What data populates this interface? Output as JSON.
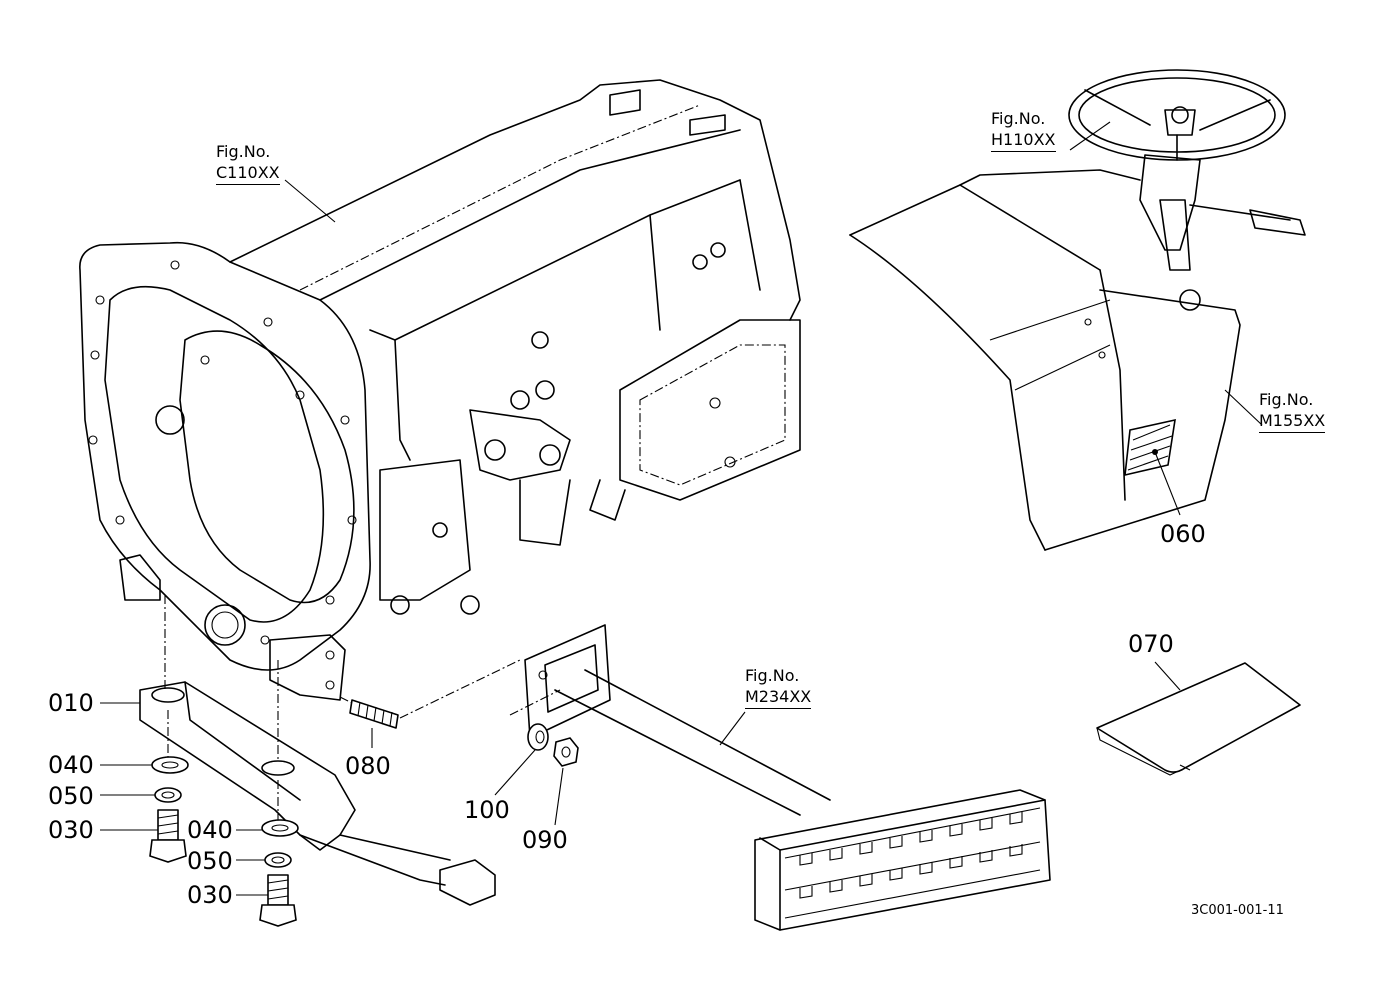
{
  "figure_refs": [
    {
      "id": "c110",
      "title": "Fig.No.",
      "ref": "C110XX"
    },
    {
      "id": "h110",
      "title": "Fig.No.",
      "ref": "H110XX"
    },
    {
      "id": "m155",
      "title": "Fig.No.",
      "ref": "M155XX"
    },
    {
      "id": "m234",
      "title": "Fig.No.",
      "ref": "M234XX"
    }
  ],
  "part_labels": {
    "p010": "010",
    "p040a": "040",
    "p050a": "050",
    "p030a": "030",
    "p040b": "040",
    "p050b": "050",
    "p030b": "030",
    "p080": "080",
    "p100": "100",
    "p090": "090",
    "p060": "060",
    "p070": "070"
  },
  "drawing_code": "3C001-001-11"
}
